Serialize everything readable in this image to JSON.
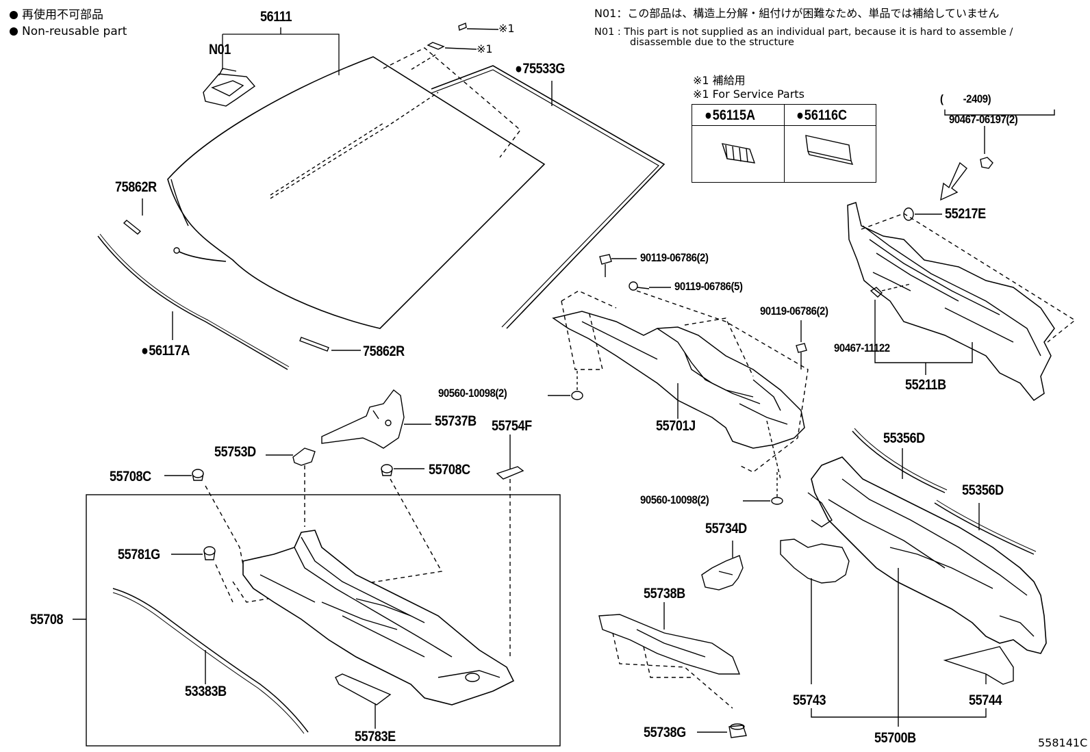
{
  "legend": {
    "jp": "再使用不可部品",
    "en": "Non-reusable part"
  },
  "notes": {
    "n01_jp": "N01：この部品は、構造上分解・組付けが困難なため、単品では補給していません",
    "n01_en_line1": "N01 : This part is not supplied as an individual part, because it is hard to assemble /",
    "n01_en_line2": "disassemble due to the structure",
    "svc_jp": "※1 補給用",
    "svc_en": "※1 For Service Parts"
  },
  "service_box": {
    "col1": "56115A",
    "col2": "56116C"
  },
  "labels": {
    "p56111": "56111",
    "n01": "N01",
    "x1a": "※1",
    "x1b": "※1",
    "p75533g": "75533G",
    "p75862r_a": "75862R",
    "p56117a": "56117A",
    "p75862r_b": "75862R",
    "range": "(　　-2409)",
    "p90467_06197": "90467-06197(2)",
    "p55217e": "55217E",
    "p90119_a": "90119-06786(2)",
    "p90119_b": "90119-06786(5)",
    "p90119_c": "90119-06786(2)",
    "p90467_11122": "90467-11122",
    "p55211b": "55211B",
    "p90560_a": "90560-10098(2)",
    "p55701j": "55701J",
    "p55737b": "55737B",
    "p55754f": "55754F",
    "p55753d": "55753D",
    "p55708c_a": "55708C",
    "p55708c_b": "55708C",
    "p55781g": "55781G",
    "p55708": "55708",
    "p53383b": "53383B",
    "p55783e": "55783E",
    "p55356d_a": "55356D",
    "p55356d_b": "55356D",
    "p90560_b": "90560-10098(2)",
    "p55734d": "55734D",
    "p55738b": "55738B",
    "p55738g": "55738G",
    "p55743": "55743",
    "p55744": "55744",
    "p55700b": "55700B",
    "figure_no": "558141C"
  }
}
